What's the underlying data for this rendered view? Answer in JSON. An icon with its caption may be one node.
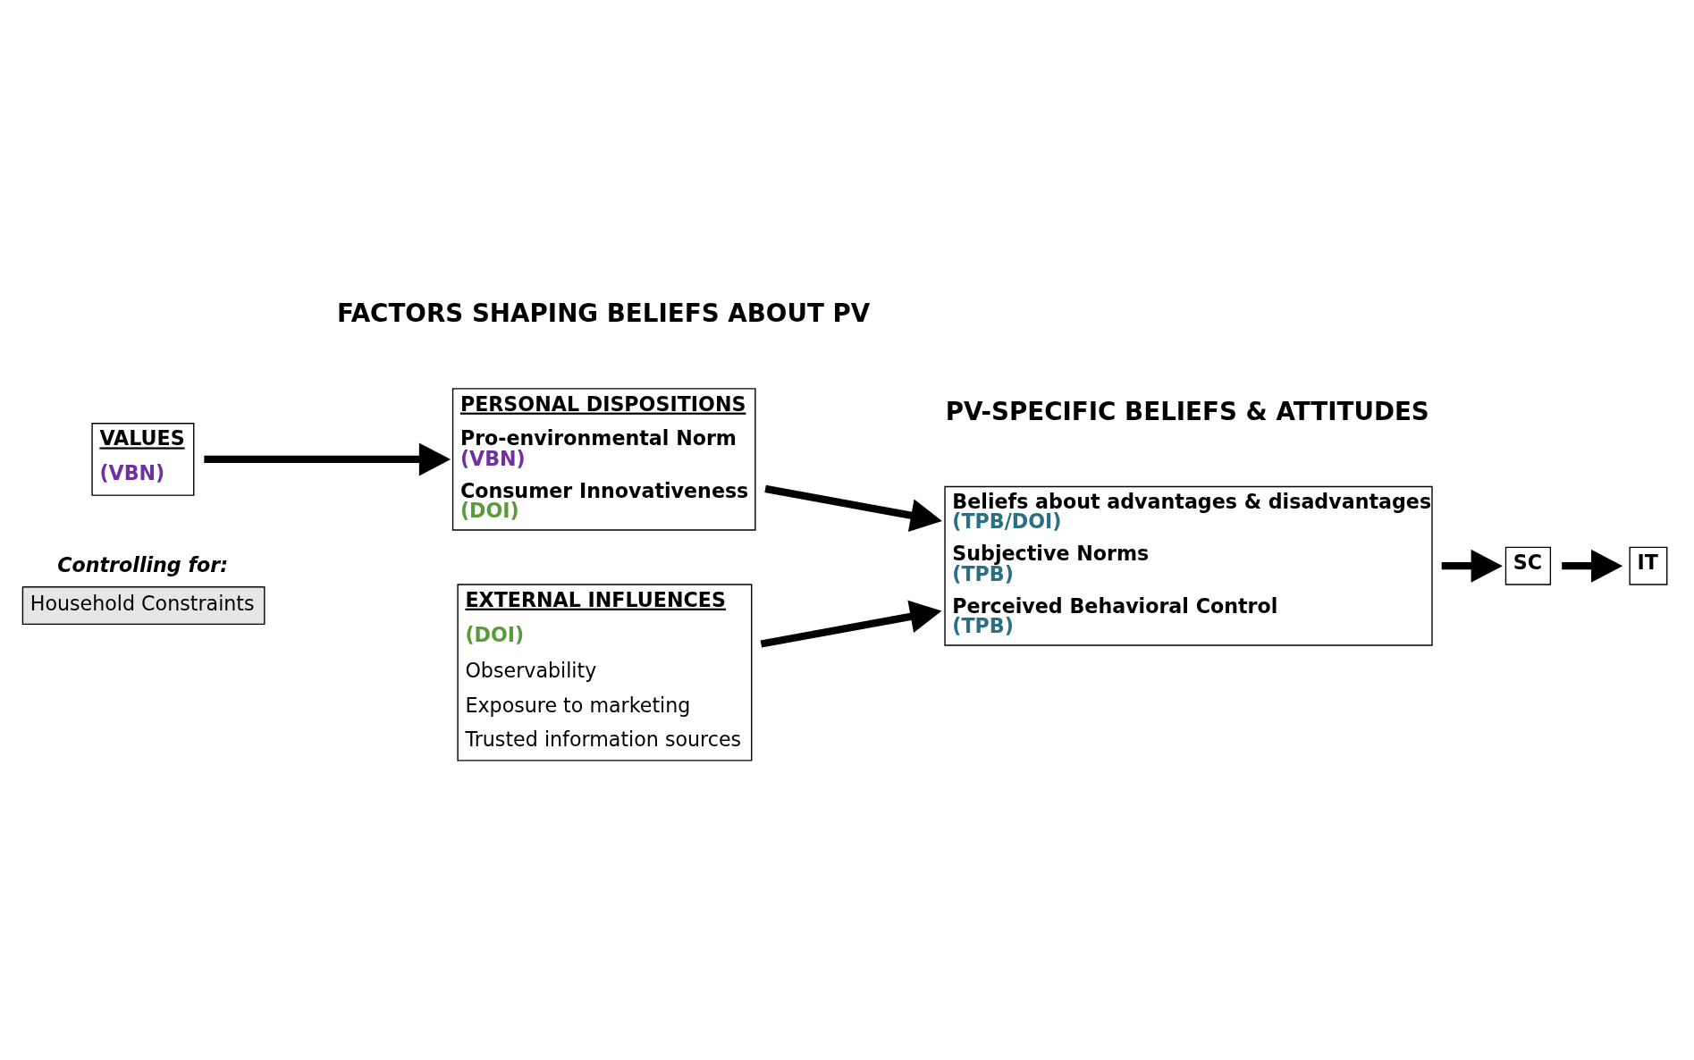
{
  "diagram": {
    "nodes": [
      {
        "text": [
          "VALUES",
          "(VBN)"
        ]
      },
      {
        "text": [
          "PERSONAL DISPOSITIONS",
          "Pro-environmental Norm (VBN)",
          "Consumer Innovativeness (DOI)"
        ]
      },
      {
        "text": [
          "EXTERNAL INFLUENCES",
          "(DOI)",
          "Observability",
          "Exposure to marketing",
          "Trusted information sources"
        ]
      },
      {
        "text": [
          "Beliefs about advantages & disadvantages (TPB/DOI)",
          "Subjective Norms (TPB)",
          "Perceived Behavioral Control (TPB)"
        ]
      },
      {
        "text": [
          "SC"
        ]
      },
      {
        "text": [
          "IT"
        ]
      },
      {
        "text": [
          "Controlling for:",
          "Household Constraints"
        ]
      }
    ],
    "edges": [
      {
        "from": 0,
        "to": 1,
        "arrow": "to"
      },
      {
        "from": 1,
        "to": 3,
        "arrow": "to"
      },
      {
        "from": 2,
        "to": 3,
        "arrow": "to"
      },
      {
        "from": 3,
        "to": 4,
        "arrow": "to"
      },
      {
        "from": 4,
        "to": 5,
        "arrow": "to"
      }
    ],
    "labels": [
      "FACTORS SHAPING BELIEFS ABOUT PV",
      "PV-SPECIFIC BELIEFS & ATTITUDES"
    ]
  }
}
